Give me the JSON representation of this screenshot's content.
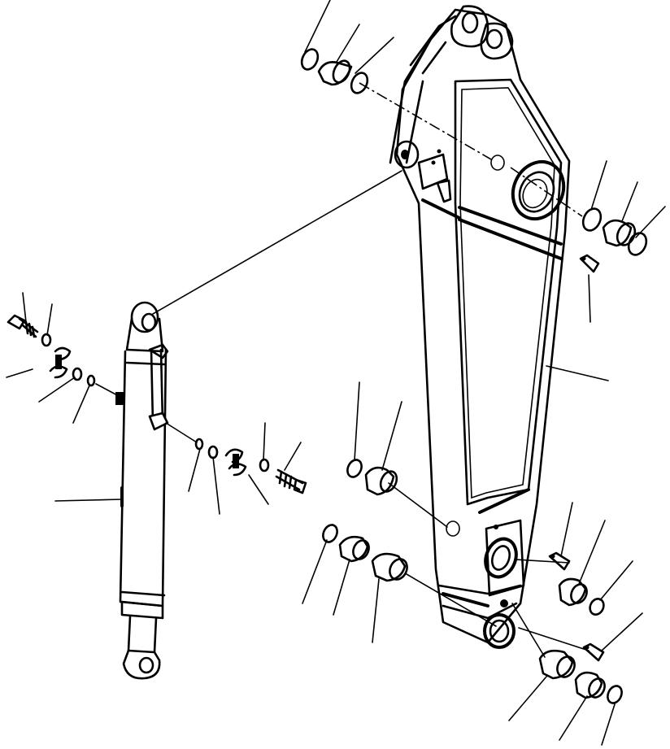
{
  "diagram": {
    "figure_type": "exploded parts diagram",
    "line_color": "#000000",
    "background_color": "#ffffff",
    "parts": [
      {
        "id": "arm",
        "kind": "arm weldment"
      },
      {
        "id": "arm-cylinder",
        "kind": "hydraulic cylinder"
      },
      {
        "id": "seals",
        "kind": "dust seal rings"
      },
      {
        "id": "bushings",
        "kind": "bushings"
      },
      {
        "id": "pins-plates",
        "kind": "bolts, washers, plates"
      },
      {
        "id": "grease-fittings",
        "kind": "grease fittings"
      }
    ]
  }
}
